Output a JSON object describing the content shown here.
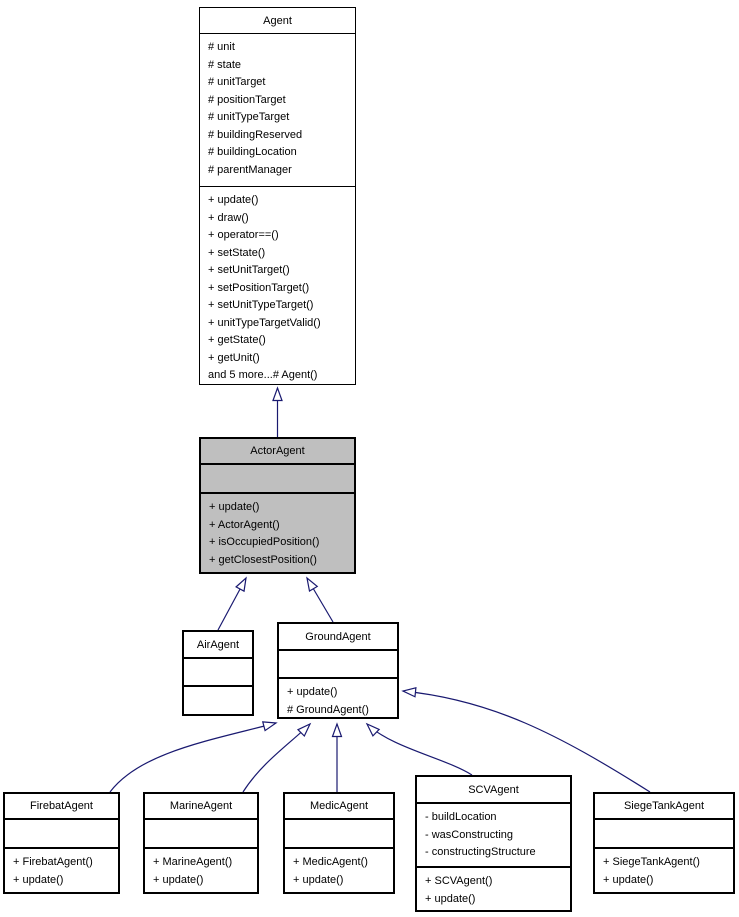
{
  "diagram": {
    "kind": "uml-class-inheritance-graph",
    "colors": {
      "edge": "#191970",
      "box_fill": "#ffffff",
      "highlight_fill": "#bfbfbf",
      "border": "#000000",
      "text": "#000000"
    },
    "classes": {
      "agent": {
        "name": "Agent",
        "attributes": [
          "# unit",
          "# state",
          "# unitTarget",
          "# positionTarget",
          "# unitTypeTarget",
          "# buildingReserved",
          "# buildingLocation",
          "# parentManager"
        ],
        "methods": [
          "+ update()",
          "+ draw()",
          "+ operator==()",
          "+ setState()",
          "+ setUnitTarget()",
          "+ setPositionTarget()",
          "+ setUnitTypeTarget()",
          "+ unitTypeTargetValid()",
          "+ getState()",
          "+ getUnit()",
          "and 5 more...# Agent()"
        ]
      },
      "actorAgent": {
        "name": "ActorAgent",
        "attributes": [],
        "methods": [
          "+ update()",
          "+ ActorAgent()",
          "+ isOccupiedPosition()",
          "+ getClosestPosition()"
        ]
      },
      "airAgent": {
        "name": "AirAgent",
        "attributes": [],
        "methods": []
      },
      "groundAgent": {
        "name": "GroundAgent",
        "attributes": [],
        "methods": [
          "+ update()",
          "# GroundAgent()"
        ]
      },
      "firebatAgent": {
        "name": "FirebatAgent",
        "attributes": [],
        "methods": [
          "+ FirebatAgent()",
          "+ update()"
        ]
      },
      "marineAgent": {
        "name": "MarineAgent",
        "attributes": [],
        "methods": [
          "+ MarineAgent()",
          "+ update()"
        ]
      },
      "medicAgent": {
        "name": "MedicAgent",
        "attributes": [],
        "methods": [
          "+ MedicAgent()",
          "+ update()"
        ]
      },
      "scvAgent": {
        "name": "SCVAgent",
        "attributes": [
          "- buildLocation",
          "- wasConstructing",
          "- constructingStructure"
        ],
        "methods": [
          "+ SCVAgent()",
          "+ update()"
        ]
      },
      "siegeTankAgent": {
        "name": "SiegeTankAgent",
        "attributes": [],
        "methods": [
          "+ SiegeTankAgent()",
          "+ update()"
        ]
      }
    },
    "relations": [
      {
        "derived": "ActorAgent",
        "base": "Agent"
      },
      {
        "derived": "AirAgent",
        "base": "ActorAgent"
      },
      {
        "derived": "GroundAgent",
        "base": "ActorAgent"
      },
      {
        "derived": "FirebatAgent",
        "base": "GroundAgent"
      },
      {
        "derived": "MarineAgent",
        "base": "GroundAgent"
      },
      {
        "derived": "MedicAgent",
        "base": "GroundAgent"
      },
      {
        "derived": "SCVAgent",
        "base": "GroundAgent"
      },
      {
        "derived": "SiegeTankAgent",
        "base": "GroundAgent"
      }
    ]
  }
}
